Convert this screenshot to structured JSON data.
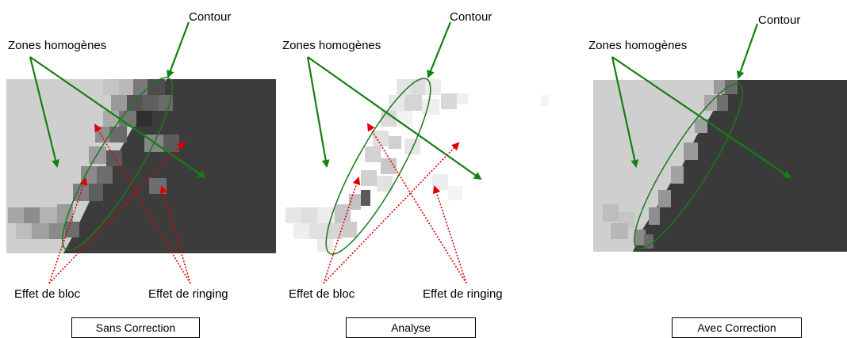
{
  "colors": {
    "green_arrow": "#128012",
    "red_arrow": "#e00000",
    "contour_ellipse": "#1a7a1a",
    "dark_region": "#3a3a3a",
    "light_region": "#cfcfcf"
  },
  "panels": [
    {
      "id": "sans-correction",
      "caption": "Sans Correction",
      "label_contour": "Contour",
      "label_zones": "Zones homogènes",
      "label_bloc": "Effet de bloc",
      "label_ringing": "Effet de ringing"
    },
    {
      "id": "analyse",
      "caption": "Analyse",
      "label_contour": "Contour",
      "label_zones": "Zones homogènes",
      "label_bloc": "Effet de bloc",
      "label_ringing": "Effet de ringing"
    },
    {
      "id": "avec-correction",
      "caption": "Avec Correction",
      "label_contour": "Contour",
      "label_zones": "Zones homogènes"
    }
  ]
}
